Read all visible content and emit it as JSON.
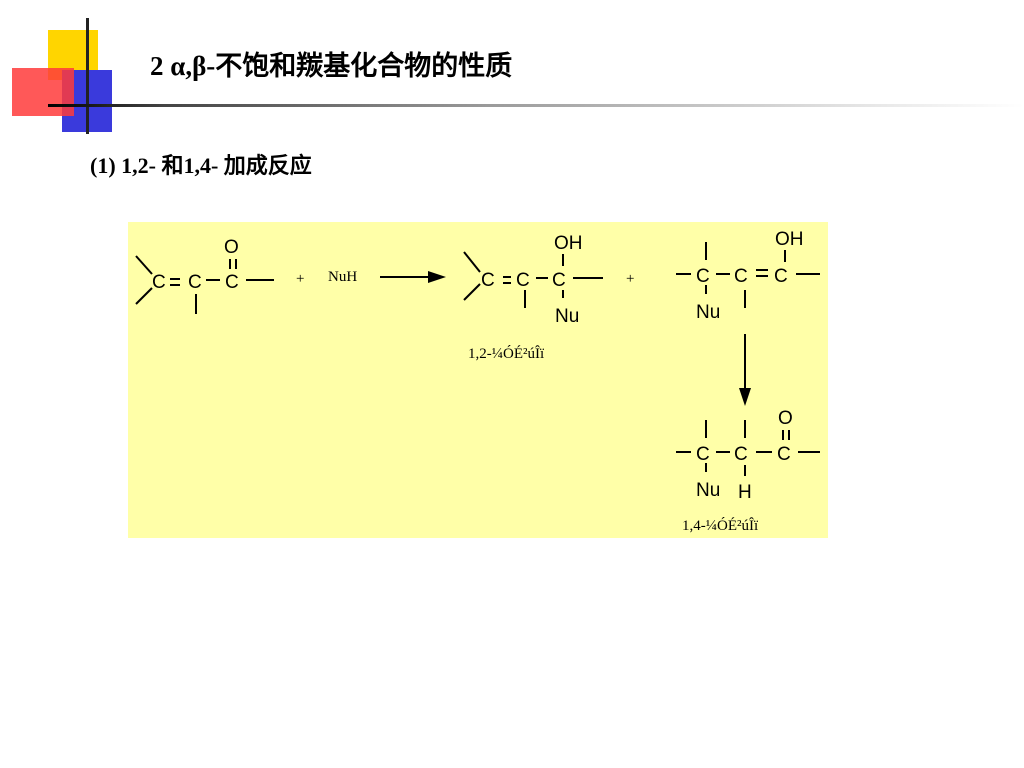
{
  "slide": {
    "title": "2   α,β-不饱和羰基化合物的性质",
    "subtitle": "(1)  1,2- 和1,4- 加成反应"
  },
  "scheme": {
    "reagent": "NuH",
    "plus": "+",
    "atoms": {
      "carbon": "C",
      "oxygen": "O",
      "hydroxyl": "OH",
      "nucleophile": "Nu",
      "hydrogen": "H"
    },
    "caption_12": "1,2-¼ÓÉ²úÎï",
    "caption_14": "1,4-¼ÓÉ²úÎï"
  },
  "colors": {
    "panel_background": "#ffffa8",
    "logo_yellow": "#ffd500",
    "logo_red": "#ff3b3b",
    "logo_blue": "#3a3adc"
  }
}
